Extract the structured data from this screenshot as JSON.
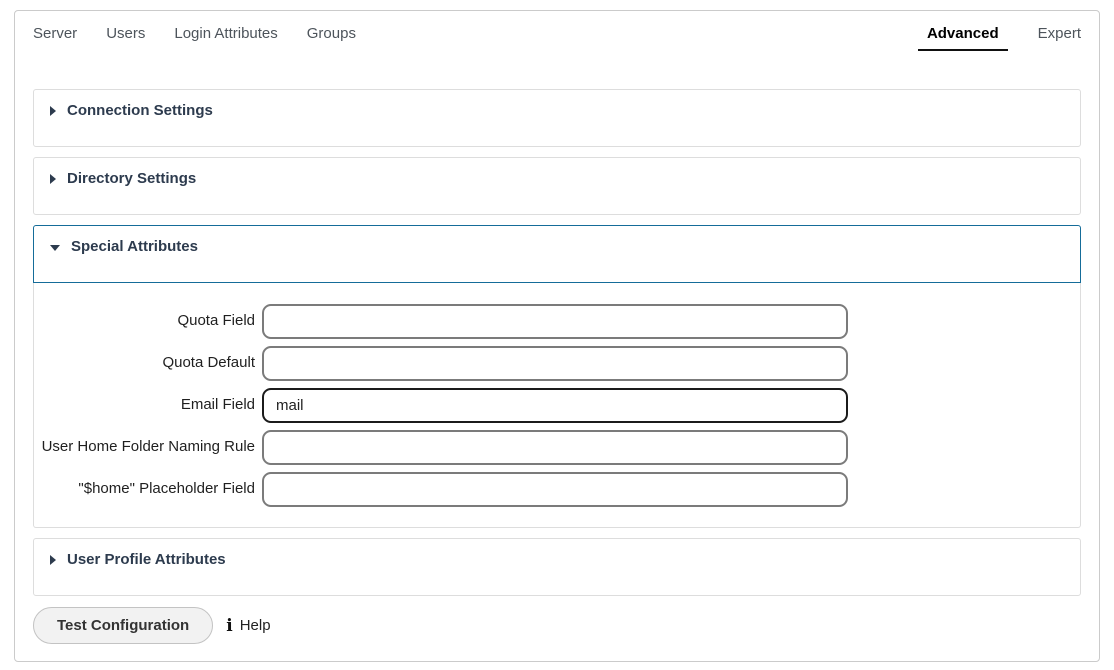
{
  "tabs": {
    "left": [
      {
        "label": "Server"
      },
      {
        "label": "Users"
      },
      {
        "label": "Login Attributes"
      },
      {
        "label": "Groups"
      }
    ],
    "right": [
      {
        "label": "Advanced",
        "active": true
      },
      {
        "label": "Expert",
        "active": false
      }
    ]
  },
  "sections": [
    {
      "title": "Connection Settings",
      "expanded": false
    },
    {
      "title": "Directory Settings",
      "expanded": false
    },
    {
      "title": "Special Attributes",
      "expanded": true
    },
    {
      "title": "User Profile Attributes",
      "expanded": false
    }
  ],
  "form": {
    "fields": [
      {
        "label": "Quota Field",
        "value": "",
        "focused": false
      },
      {
        "label": "Quota Default",
        "value": "",
        "focused": false
      },
      {
        "label": "Email Field",
        "value": "mail",
        "focused": true
      },
      {
        "label": "User Home Folder Naming Rule",
        "value": "",
        "focused": false
      },
      {
        "label": "\"$home\" Placeholder Field",
        "value": "",
        "focused": false
      }
    ]
  },
  "footer": {
    "test_button_label": "Test Configuration",
    "help_icon": "i",
    "help_label": "Help"
  },
  "colors": {
    "accent_border": "#156c99",
    "section_border": "#dddddd",
    "heading_text": "#2d3b4e",
    "input_border": "#7b7b7b",
    "focus_border": "#1b1b1b",
    "active_tab_underline": "#111111"
  }
}
